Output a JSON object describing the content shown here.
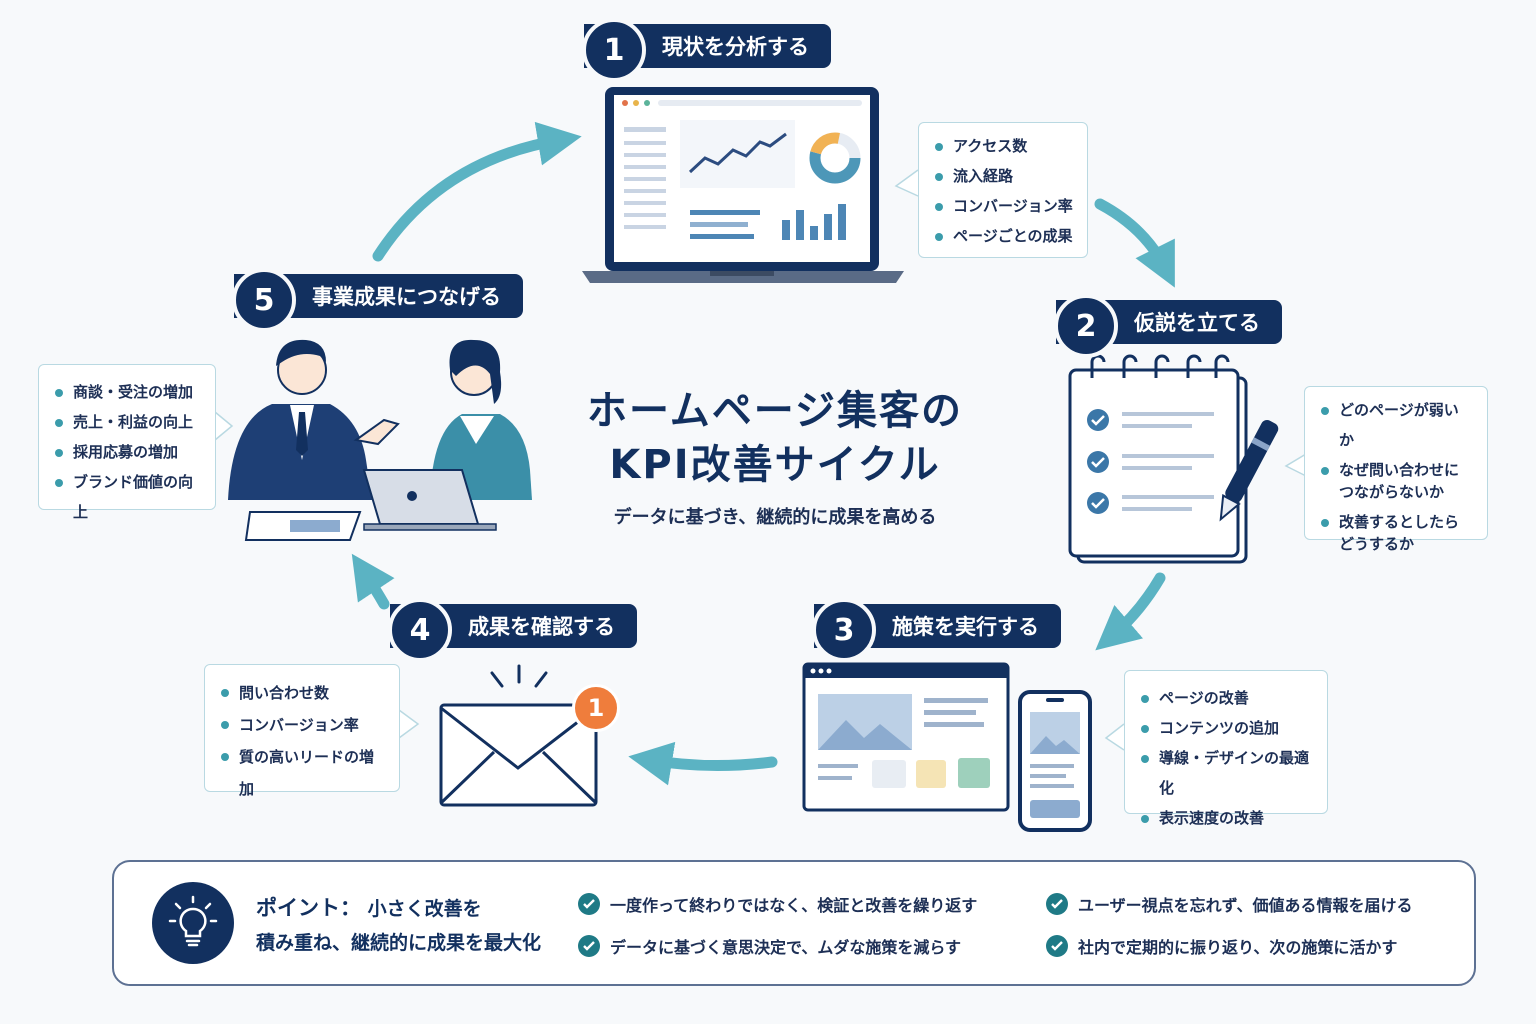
{
  "title": {
    "line1": "ホームページ集客の",
    "line2": "KPI改善サイクル",
    "subtitle": "データに基づき、継続的に成果を高める"
  },
  "steps": [
    {
      "number": "1",
      "label": "現状を分析する",
      "bullets": [
        "アクセス数",
        "流入経路",
        "コンバージョン率",
        "ページごとの成果"
      ]
    },
    {
      "number": "2",
      "label": "仮説を立てる",
      "bullets": [
        "どのページが弱いか",
        "なぜ問い合わせに\nつながらないか",
        "改善するとしたら\nどうするか"
      ]
    },
    {
      "number": "3",
      "label": "施策を実行する",
      "bullets": [
        "ページの改善",
        "コンテンツの追加",
        "導線・デザインの最適化",
        "表示速度の改善"
      ]
    },
    {
      "number": "4",
      "label": "成果を確認する",
      "bullets": [
        "問い合わせ数",
        "コンバージョン率",
        "質の高いリードの増加"
      ]
    },
    {
      "number": "5",
      "label": "事業成果につなげる",
      "bullets": [
        "商談・受注の増加",
        "売上・利益の向上",
        "採用応募の増加",
        "ブランド価値の向上"
      ]
    }
  ],
  "mail_badge": "1",
  "point": {
    "key": "ポイント：",
    "head": "小さく改善を",
    "body": "積み重ね、継続的に成果を最大化",
    "tips": [
      "一度作って終わりではなく、検証と改善を繰り返す",
      "データに基づく意思決定で、ムダな施策を減らす",
      "ユーザー視点を忘れず、価値ある情報を届ける",
      "社内で定期的に振り返り、次の施策に活かす"
    ]
  },
  "colors": {
    "navy": "#12305f",
    "teal": "#3b9cab",
    "arrow": "#5bb3c3",
    "badge": "#ef7d3c"
  }
}
